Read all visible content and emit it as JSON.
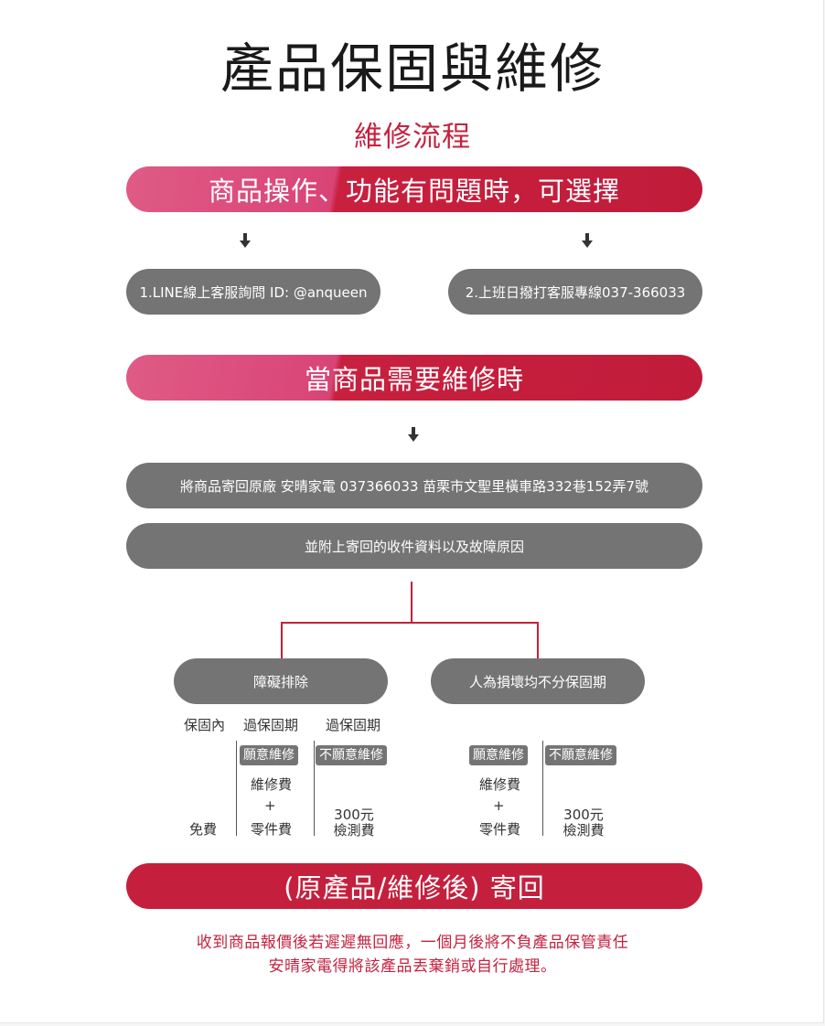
{
  "title": "產品保固與維修",
  "subtitle": "維修流程",
  "banners": {
    "question": "商品操作、功能有問題時，可選擇",
    "repair": "當商品需要維修時",
    "return": "(原產品/維修後) 寄回"
  },
  "options": {
    "line": "1.LINE線上客服詢問 ID: @anqueen",
    "phone": "2.上班日撥打客服專線037-366033"
  },
  "shipping": {
    "address": "將商品寄回原廠 安晴家電  037366033  苗栗市文聖里橫車路332巷152弄7號",
    "attach": "並附上寄回的收件資料以及故障原因"
  },
  "branches": {
    "fault": {
      "label": "障礙排除",
      "in_warranty": "保固內",
      "in_warranty_cost": "免費",
      "expired_a": "過保固期",
      "expired_b": "過保固期",
      "willing": "願意維修",
      "unwilling": "不願意維修",
      "repair_fee": "維修費",
      "plus": "+",
      "parts_fee": "零件費",
      "inspect_amount": "300元",
      "inspect_fee": "檢測費"
    },
    "damage": {
      "label": "人為損壞均不分保固期",
      "willing": "願意維修",
      "unwilling": "不願意維修",
      "repair_fee": "維修費",
      "plus": "+",
      "parts_fee": "零件費",
      "inspect_amount": "300元",
      "inspect_fee": "檢測費"
    }
  },
  "notes": {
    "line1": "收到商品報價後若遲遲無回應，一個月後將不負產品保管責任",
    "line2": "安晴家電得將該產品丟棄銷或自行處理。"
  },
  "colors": {
    "accent_red": "#c4203d",
    "accent_pink": "#df5b86",
    "pill_gray": "#747474"
  }
}
